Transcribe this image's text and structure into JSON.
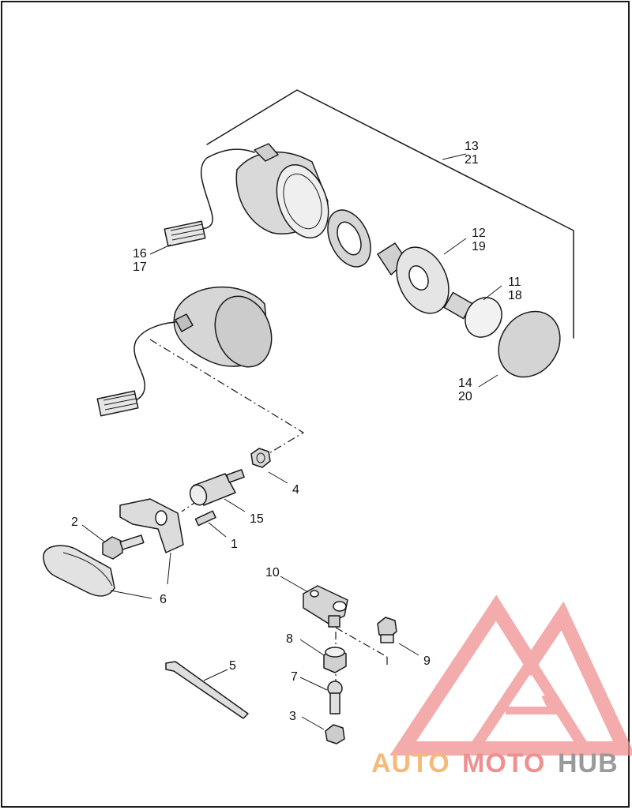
{
  "callouts": {
    "c13": "13",
    "c21": "21",
    "c12": "12",
    "c19": "19",
    "c11": "11",
    "c18": "18",
    "c14": "14",
    "c20": "20",
    "c16": "16",
    "c17": "17",
    "c4": "4",
    "c15": "15",
    "c2": "2",
    "c1": "1",
    "c6": "6",
    "c10": "10",
    "c8": "8",
    "c9": "9",
    "c7": "7",
    "c5": "5",
    "c3": "3"
  },
  "watermark": {
    "part1": "AUTO",
    "part2": "MOTO",
    "part3": "HUB",
    "color_orange": "#f5b97a",
    "color_red": "#ef8f8f",
    "color_gray": "#9a9a9a"
  }
}
